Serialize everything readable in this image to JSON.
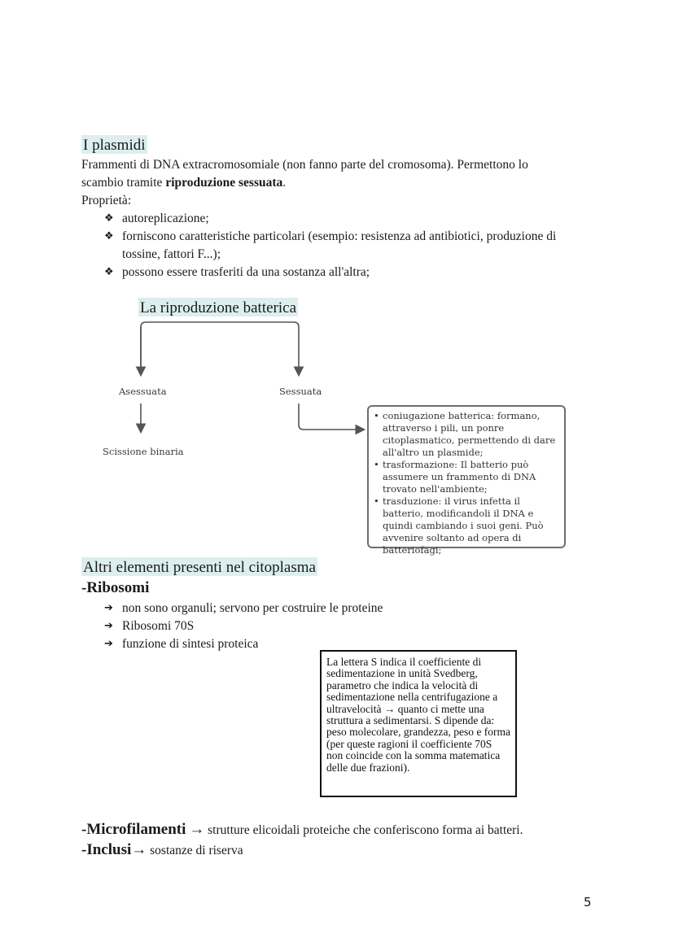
{
  "plasmidi": {
    "title": "I plasmidi",
    "intro_1": "Frammenti di DNA extracromosomiale (non fanno parte del cromosoma). Permettono lo",
    "intro_2_prefix": "scambio tramite ",
    "intro_2_bold": "riproduzione sessuata",
    "intro_2_suffix": ".",
    "props_label": "Proprietà:",
    "bullet_glyph": "❖",
    "props": [
      "autoreplicazione;",
      "forniscono caratteristiche particolari (esempio: resistenza ad antibiotici, produzione di",
      "tossine, fattori F...);",
      "possono essere trasferiti da una sostanza all'altra;"
    ]
  },
  "diagram": {
    "title": "La riproduzione batterica",
    "asessuata": "Asessuata",
    "sessuata": "Sessuata",
    "scissione": "Scissione binaria",
    "box_items": [
      "coniugazione batterica: formano, attraverso i pili, un ponre citoplasmatico, permettendo di dare all'altro un plasmide;",
      "trasformazione: Il batterio può assumere un frammento di DNA trovato nell'ambiente;",
      "trasduzione: il virus infetta il batterio, modificandoli il DNA e quindi cambiando i suoi geni. Può avvenire soltanto ad opera di batteriofagi;"
    ]
  },
  "citoplasma": {
    "title": "Altri elementi presenti nel citoplasma",
    "ribosomi_heading": "-Ribosomi",
    "arrow_glyph": "➔",
    "ribosomi_items": [
      "non sono organuli; servono per costruire le proteine",
      "Ribosomi 70S",
      "funzione di sintesi proteica"
    ],
    "svedberg_box": "La lettera S indica il coefficiente di sedimentazione in unità Svedberg, parametro che indica la velocità di sedimentazione nella centrifugazione a ultravelocità → quanto ci mette una struttura a sedimentarsi.  S dipende da: peso molecolare, grandezza, peso  e forma (per queste ragioni il coefficiente 70S non coincide con la somma matematica delle due frazioni).",
    "microfilamenti_heading": "-Microfilamenti",
    "microfilamenti_arrow": "→",
    "microfilamenti_text": "strutture elicoidali proteiche che conferiscono forma ai batteri.",
    "inclusi_heading": "-Inclusi",
    "inclusi_arrow": "→",
    "inclusi_text": "sostanze di riserva"
  },
  "page_number": "5"
}
